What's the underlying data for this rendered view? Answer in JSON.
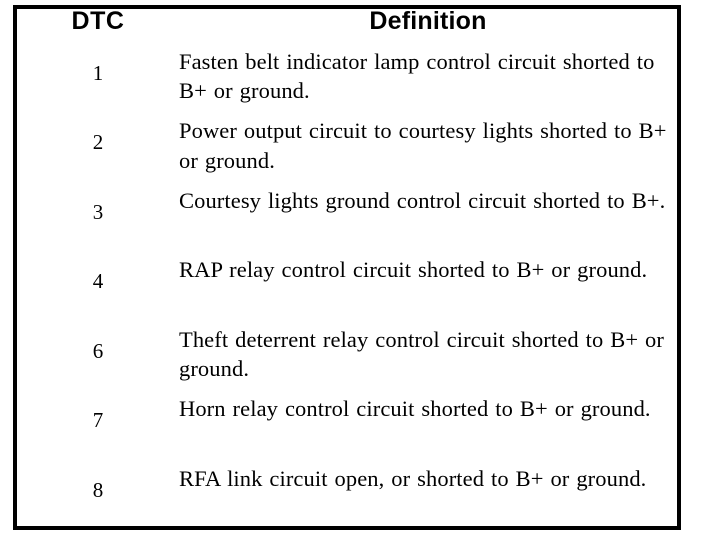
{
  "document": {
    "kind": "scanned-service-manual-table",
    "background_color": "#ffffff",
    "ink_color": "#000000",
    "border_color": "#000000"
  },
  "table": {
    "name": "dtc-definition-table",
    "columns": [
      {
        "key": "dtc",
        "label": "DTC",
        "align": "center"
      },
      {
        "key": "definition",
        "label": "Definition",
        "align": "left"
      }
    ],
    "rows": [
      {
        "dtc": "1",
        "definition": "Fasten belt indicator lamp control circuit shorted to B+ or ground."
      },
      {
        "dtc": "2",
        "definition": "Power output circuit to courtesy lights shorted to B+ or ground."
      },
      {
        "dtc": "3",
        "definition": "Courtesy lights ground control circuit shorted to B+."
      },
      {
        "dtc": "4",
        "definition": "RAP relay control circuit shorted to B+ or ground."
      },
      {
        "dtc": "6",
        "definition": "Theft deterrent relay control circuit shorted to B+ or ground."
      },
      {
        "dtc": "7",
        "definition": "Horn relay control circuit shorted to B+ or ground."
      },
      {
        "dtc": "8",
        "definition": "RFA link circuit open, or shorted to B+ or ground."
      }
    ]
  }
}
